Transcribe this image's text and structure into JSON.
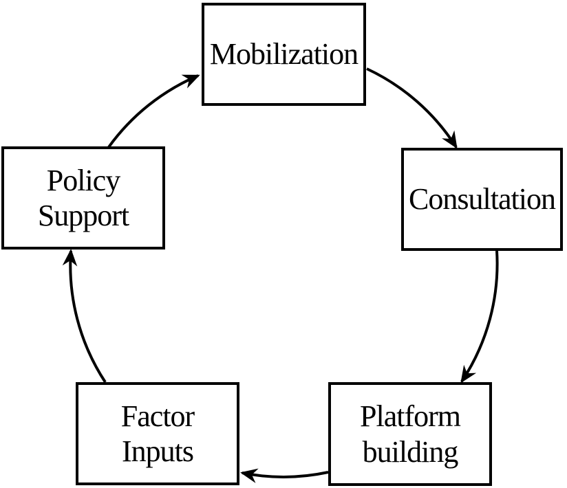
{
  "diagram": {
    "type": "cycle",
    "direction": "clockwise",
    "nodes": [
      {
        "id": "mobilization",
        "label": "Mobilization"
      },
      {
        "id": "consultation",
        "label": "Consultation"
      },
      {
        "id": "platform-building",
        "label": "Platform\nbuilding"
      },
      {
        "id": "factor-inputs",
        "label": "Factor\nInputs"
      },
      {
        "id": "policy-support",
        "label": "Policy\nSupport"
      }
    ],
    "edges": [
      {
        "from": "Mobilization",
        "to": "Consultation"
      },
      {
        "from": "Consultation",
        "to": "Platform building"
      },
      {
        "from": "Platform building",
        "to": "Factor Inputs"
      },
      {
        "from": "Factor Inputs",
        "to": "Policy Support"
      },
      {
        "from": "Policy Support",
        "to": "Mobilization"
      }
    ],
    "colors": {
      "stroke": "#000000",
      "text": "#000000",
      "background": "#ffffff"
    }
  }
}
